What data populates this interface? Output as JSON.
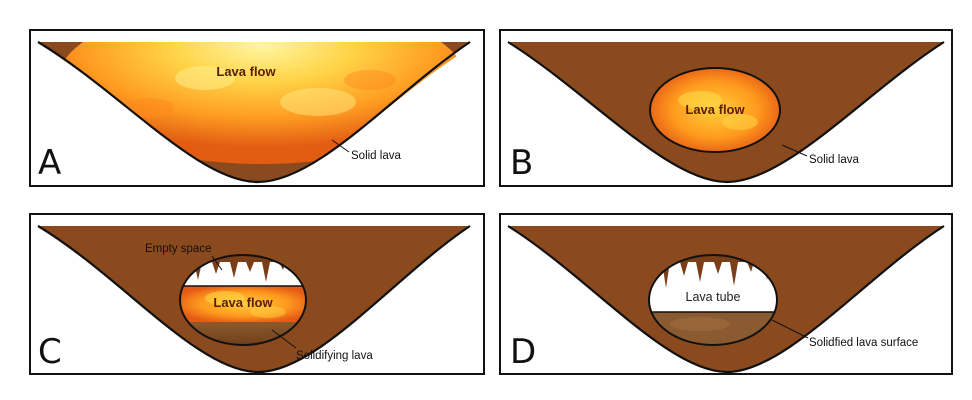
{
  "panels": {
    "a": {
      "letter": "A",
      "flow_label": "Lava flow",
      "solid_label": "Solid lava"
    },
    "b": {
      "letter": "B",
      "flow_label": "Lava flow",
      "solid_label": "Solid lava"
    },
    "c": {
      "letter": "C",
      "empty_label": "Empty space",
      "flow_label": "Lava flow",
      "solidifying_label": "Solidifying lava"
    },
    "d": {
      "letter": "D",
      "tube_label": "Lava tube",
      "surface_label": "Solidfied lava surface"
    }
  },
  "colors": {
    "rock": "#8b4a1e",
    "rock_dark": "#6e3a17",
    "lava_hot": "#fff07a",
    "lava_mid": "#ffb02e",
    "lava_edge": "#e8631a",
    "outline": "#111111"
  }
}
